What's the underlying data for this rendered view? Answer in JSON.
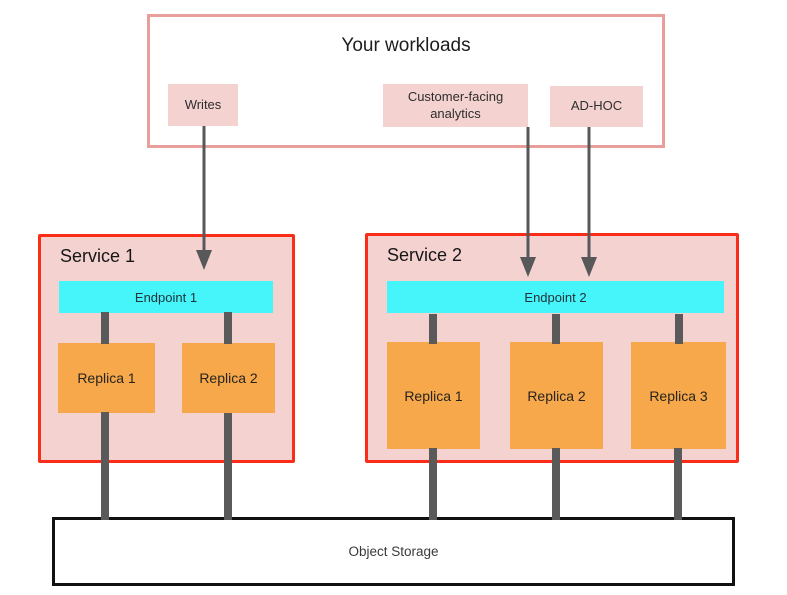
{
  "colors": {
    "salmon-border": "#e89e9a",
    "pink-fill": "#f3d2d0",
    "red-border": "#fa2d19",
    "cyan-fill": "#45f5fa",
    "orange-fill": "#f6a84b",
    "connector-gray": "#5a5a5a",
    "arrow-gray": "#58585b",
    "storage-border": "#111111"
  },
  "workloads": {
    "title": "Your workloads",
    "items": [
      {
        "label": "Writes"
      },
      {
        "label": "Customer-facing analytics"
      },
      {
        "label": "AD-HOC"
      }
    ]
  },
  "services": [
    {
      "name": "Service 1",
      "endpoint": "Endpoint 1",
      "replicas": [
        "Replica 1",
        "Replica 2"
      ]
    },
    {
      "name": "Service 2",
      "endpoint": "Endpoint 2",
      "replicas": [
        "Replica 1",
        "Replica 2",
        "Replica 3"
      ]
    }
  ],
  "storage": {
    "label": "Object Storage"
  }
}
